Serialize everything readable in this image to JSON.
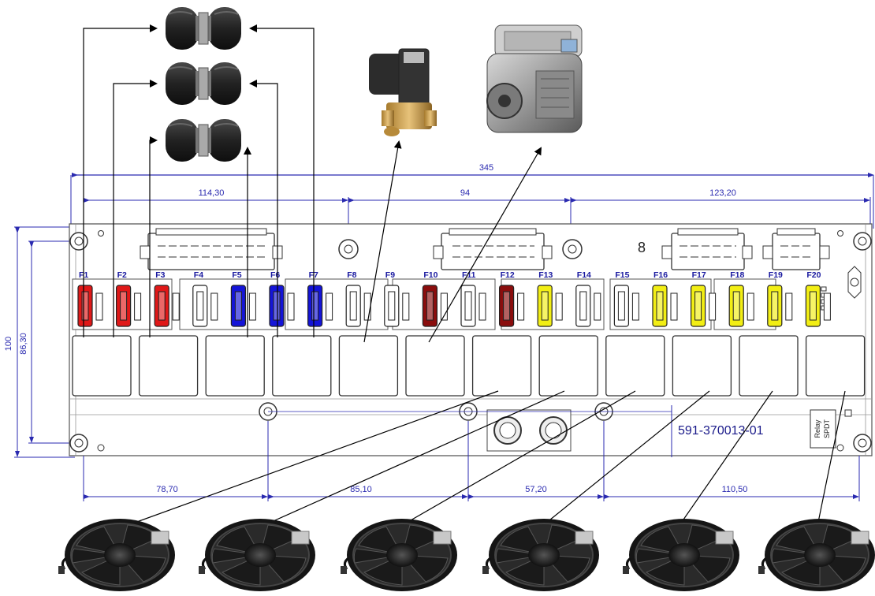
{
  "board": {
    "part_number": "591-370013-01",
    "relay_label_line1": "Relay",
    "relay_label_line2": "SPDT"
  },
  "dimensions": {
    "overall_width": "345",
    "top_left": "114,30",
    "top_middle": "94",
    "top_right": "123,20",
    "height_total": "100",
    "height_inner": "86,30",
    "bottom_1": "78,70",
    "bottom_2": "85,10",
    "bottom_3": "57,20",
    "bottom_4": "110,50"
  },
  "fuses": [
    {
      "label": "F1",
      "color": "#e01818"
    },
    {
      "label": "F2",
      "color": "#e01818"
    },
    {
      "label": "F3",
      "color": "#e01818"
    },
    {
      "label": "F4",
      "color": "#ffffff"
    },
    {
      "label": "F5",
      "color": "#1414d8"
    },
    {
      "label": "F6",
      "color": "#1414d8"
    },
    {
      "label": "F7",
      "color": "#1414d8"
    },
    {
      "label": "F8",
      "color": "#ffffff"
    },
    {
      "label": "F9",
      "color": "#ffffff"
    },
    {
      "label": "F10",
      "color": "#8a0d0d"
    },
    {
      "label": "F11",
      "color": "#ffffff"
    },
    {
      "label": "F12",
      "color": "#8a0d0d"
    },
    {
      "label": "F13",
      "color": "#f2ee14"
    },
    {
      "label": "F14",
      "color": "#ffffff"
    },
    {
      "label": "F15",
      "color": "#ffffff"
    },
    {
      "label": "F16",
      "color": "#f2ee14"
    },
    {
      "label": "F17",
      "color": "#f2ee14"
    },
    {
      "label": "F18",
      "color": "#f2ee14"
    },
    {
      "label": "F19",
      "color": "#f2ee14"
    },
    {
      "label": "F20",
      "color": "#f2ee14"
    }
  ],
  "colors": {
    "dimension_line": "#2a2ab0",
    "board_outline": "#555555",
    "arrow": "#000000"
  }
}
